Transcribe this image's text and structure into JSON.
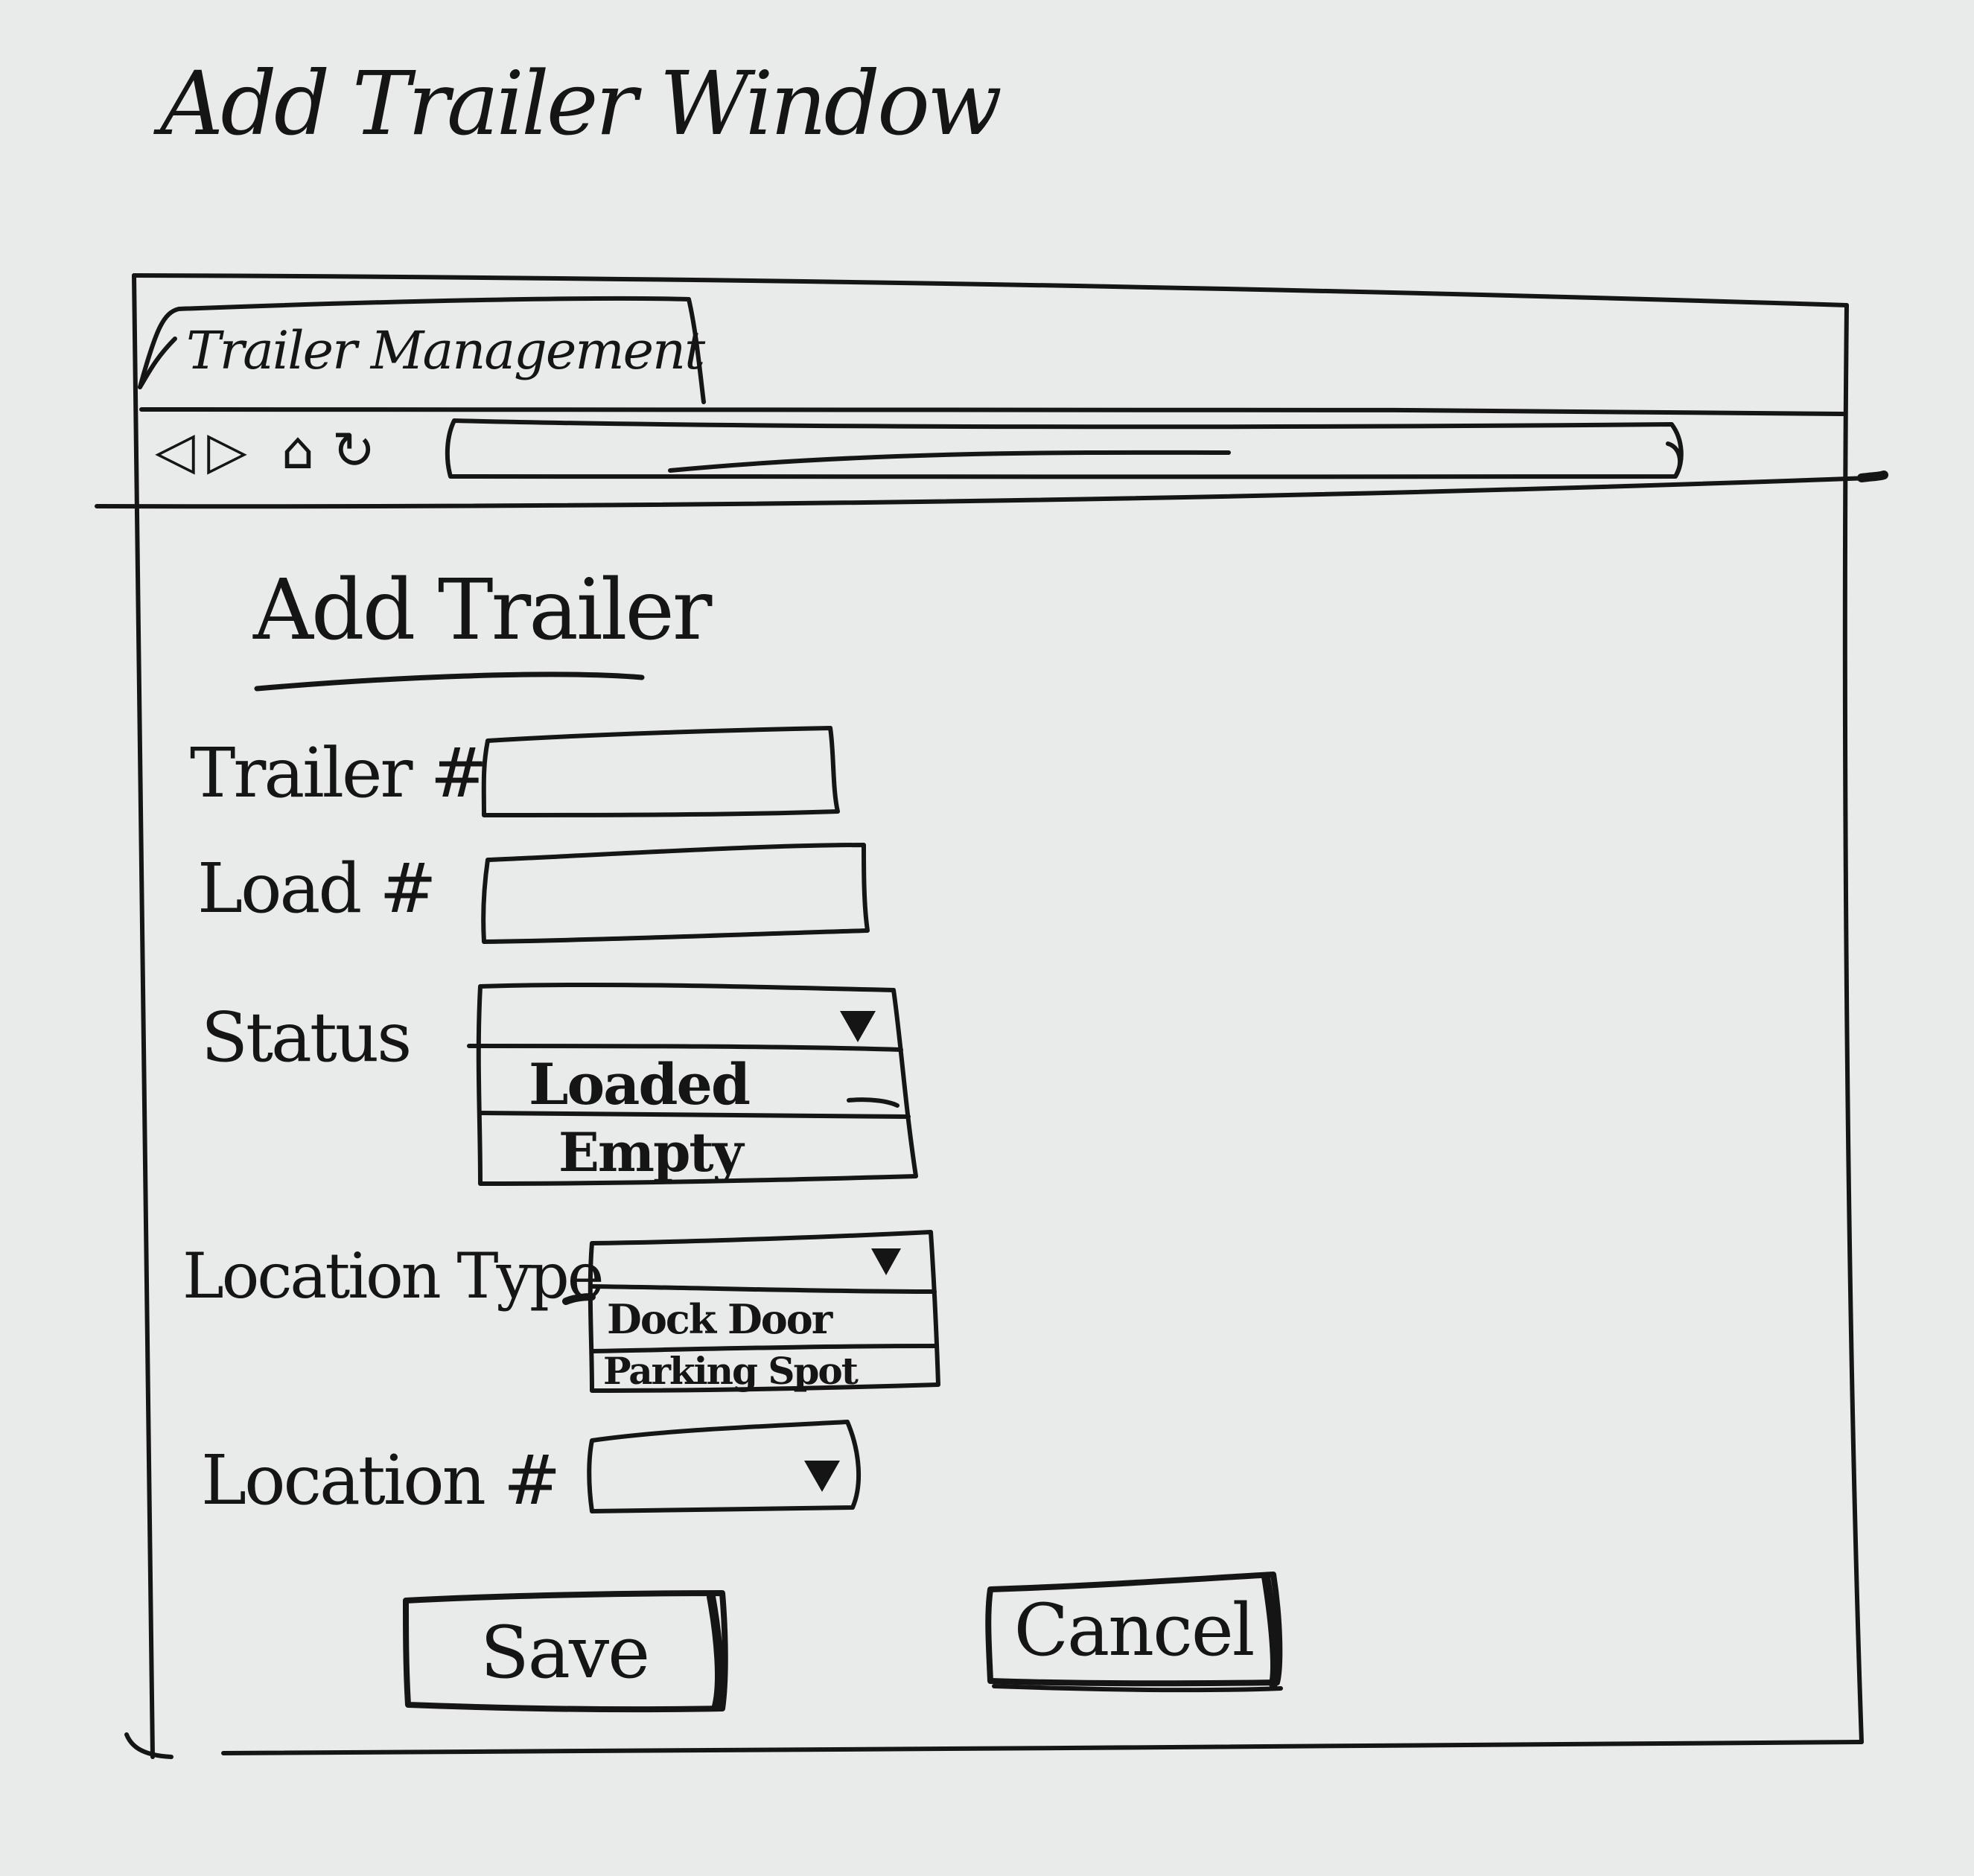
{
  "page_title": "Add Trailer Window",
  "browser": {
    "tab_label": "Trailer Management",
    "nav": {
      "back_glyph": "◁",
      "forward_glyph": "▷",
      "home_glyph": "⌂",
      "refresh_glyph": "↻"
    },
    "address_value": ""
  },
  "form": {
    "heading": "Add Trailer",
    "fields": {
      "trailer_number": {
        "label": "Trailer #",
        "value": ""
      },
      "load_number": {
        "label": "Load #",
        "value": ""
      },
      "status": {
        "label": "Status",
        "selected": "",
        "options": [
          "Loaded",
          "Empty"
        ]
      },
      "location_type": {
        "label": "Location Type",
        "selected": "",
        "options": [
          "Dock Door",
          "Parking Spot"
        ]
      },
      "location_number": {
        "label": "Location #",
        "selected": ""
      }
    },
    "save_label": "Save",
    "cancel_label": "Cancel"
  },
  "icons": {
    "dropdown": "chevron-down-icon"
  }
}
